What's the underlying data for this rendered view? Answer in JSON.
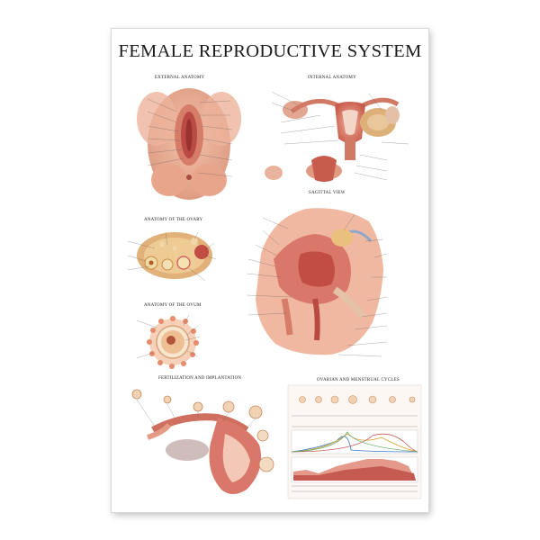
{
  "poster": {
    "title": "FEMALE REPRODUCTIVE SYSTEM",
    "sections": {
      "external": "EXTERNAL ANATOMY",
      "internal": "INTERNAL ANATOMY",
      "sagittal": "SAGITTAL VIEW",
      "ovary": "ANATOMY OF THE OVARY",
      "ovum": "ANATOMY OF THE OVUM",
      "fertilization": "FERTILIZATION AND IMPLANTATION",
      "cycles": "OVARIAN AND MENSTRUAL CYCLES"
    },
    "colors": {
      "tissue": "#e7a08a",
      "tissue_dark": "#c45a4a",
      "tissue_light": "#f6d2c2",
      "ovary": "#d9b37c",
      "background": "#ffffff"
    }
  }
}
